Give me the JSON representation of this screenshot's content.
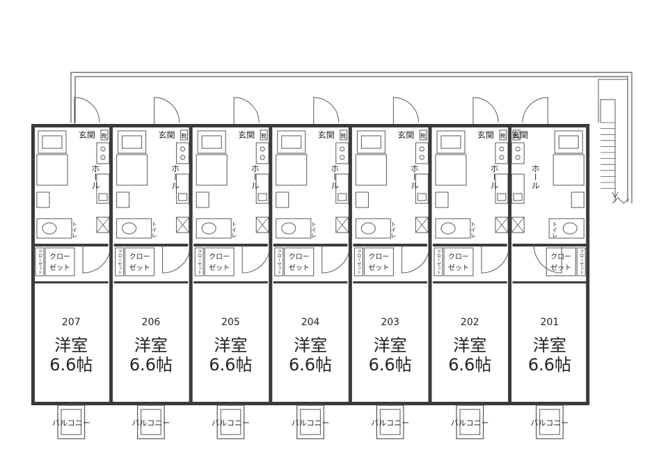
{
  "floor_plan": {
    "labels": {
      "entrance": "玄関",
      "shoe_box": "靴",
      "hall": "ホール",
      "toilet": "トイレ",
      "closet_line1": "クロー",
      "closet_line2": "ゼット",
      "side_storage": "クローゼット",
      "balcony": "バルコニー"
    },
    "units": [
      {
        "number": "207",
        "room_type": "洋室",
        "size": "6.6帖"
      },
      {
        "number": "206",
        "room_type": "洋室",
        "size": "6.6帖"
      },
      {
        "number": "205",
        "room_type": "洋室",
        "size": "6.6帖"
      },
      {
        "number": "204",
        "room_type": "洋室",
        "size": "6.6帖"
      },
      {
        "number": "203",
        "room_type": "洋室",
        "size": "6.6帖"
      },
      {
        "number": "202",
        "room_type": "洋室",
        "size": "6.6帖"
      },
      {
        "number": "201",
        "room_type": "洋室",
        "size": "6.6帖"
      }
    ],
    "colors": {
      "wall": "#3a3a3a",
      "line": "#555555",
      "text": "#222222",
      "background": "#ffffff"
    }
  }
}
